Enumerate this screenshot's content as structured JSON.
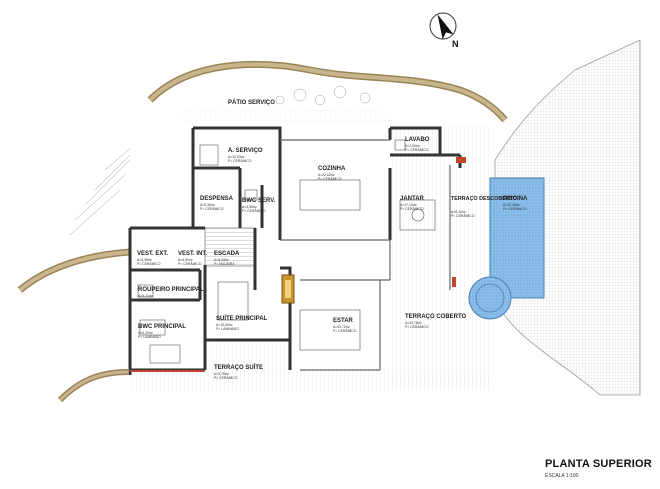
{
  "north_label": "N",
  "title": "PLANTA SUPERIOR",
  "scale": "ESCALA 1:100",
  "rooms": [
    {
      "id": "patio",
      "name": "PÁTIO SERVIÇO",
      "area": "",
      "floor": ""
    },
    {
      "id": "aservico",
      "name": "A. SERVIÇO",
      "area": "A=10,63m²",
      "floor": "P= CERÂMICO"
    },
    {
      "id": "cozinha",
      "name": "COZINHA",
      "area": "A=22,62m²",
      "floor": "P= CERÂMICO"
    },
    {
      "id": "lavabo",
      "name": "LAVABO",
      "area": "A=2,50m²",
      "floor": "P= CERÂMICO"
    },
    {
      "id": "despensa",
      "name": "DESPENSA",
      "area": "A=5,36m²",
      "floor": "P= CERÂMICO"
    },
    {
      "id": "bwcserv",
      "name": "BWC SERV.",
      "area": "A=3,56m²",
      "floor": "P= CERÂMICO"
    },
    {
      "id": "jantar",
      "name": "JANTAR",
      "area": "A=17,10m²",
      "floor": "P= CERÂMICO"
    },
    {
      "id": "terracodesc",
      "name": "TERRAÇO DESCOBERTO",
      "area": "A=8,32m²",
      "floor": "P= CERÂMICO"
    },
    {
      "id": "piscina",
      "name": "PISCINA",
      "area": "A=22,15m²",
      "floor": "P= CERÂMICO"
    },
    {
      "id": "vestext",
      "name": "VEST. EXT.",
      "area": "A=4,36m²",
      "floor": "P= CERÂMICO"
    },
    {
      "id": "vestint",
      "name": "VEST. INT.",
      "area": "A=4,50m²",
      "floor": "P= CERÂMICO"
    },
    {
      "id": "escada",
      "name": "ESCADA",
      "area": "A=5,33m²",
      "floor": "P= MADEIRA"
    },
    {
      "id": "roupeiro",
      "name": "ROUPEIRO PRINCIPAL",
      "area": "A=5,21m²",
      "floor": "P= LAMINADO"
    },
    {
      "id": "estar",
      "name": "ESTAR",
      "area": "A=33,70m²",
      "floor": "P= CERÂMICO"
    },
    {
      "id": "terracocob",
      "name": "TERRAÇO COBERTO",
      "area": "A=10,78m²",
      "floor": "P= CERÂMICO"
    },
    {
      "id": "suite",
      "name": "SUÍTE PRINCIPAL",
      "area": "A=15,40m²",
      "floor": "P= LAMINADO"
    },
    {
      "id": "bwcprinc",
      "name": "BWC PRINCIPAL",
      "area": "A=6,20m²",
      "floor": "P= LAMINADO"
    },
    {
      "id": "terracosuite",
      "name": "TERRAÇO SUÍTE",
      "area": "A=5,78m²",
      "floor": "P= CERÂMICO"
    }
  ]
}
